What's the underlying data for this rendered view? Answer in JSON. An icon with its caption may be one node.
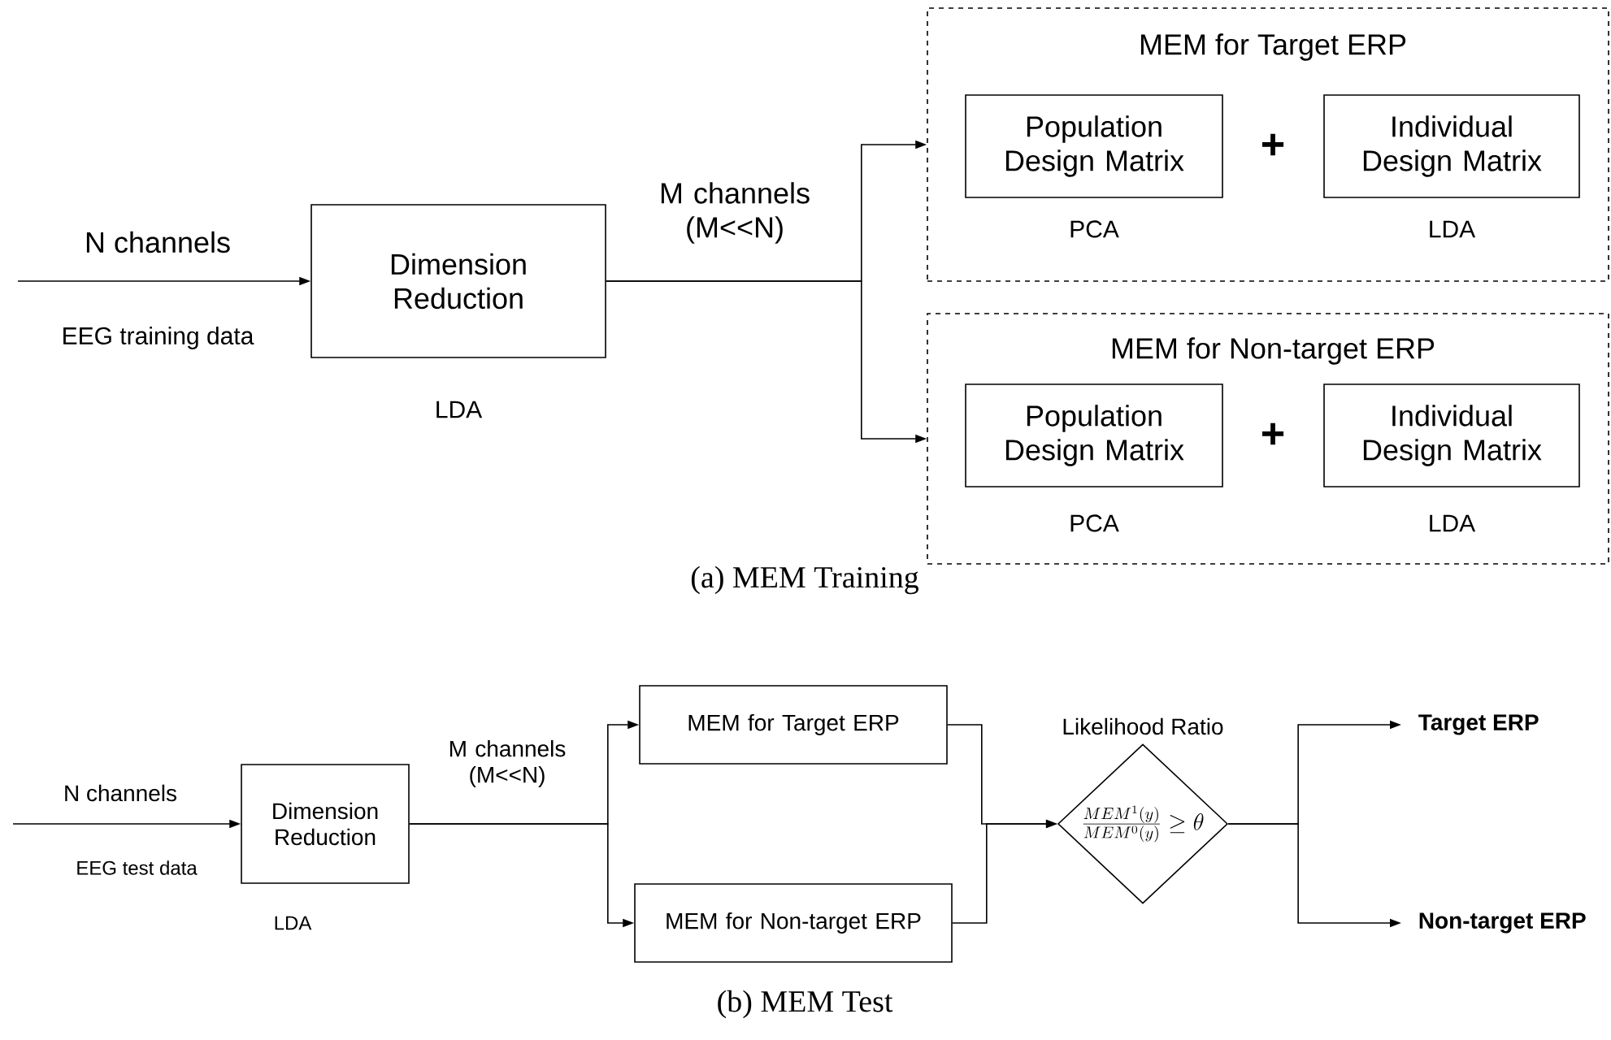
{
  "diagram": {
    "nodes": [
      {
        "text": [
          "Dimension Reduction"
        ],
        "beside": [
          "LDA"
        ]
      },
      {
        "text": [
          "MEM for Target ERP"
        ]
      },
      {
        "text": [
          "Population Design Matrix"
        ],
        "in": 1,
        "beside": [
          "PCA"
        ]
      },
      {
        "text": [
          "Individual Design Matrix"
        ],
        "in": 1,
        "beside": [
          "LDA"
        ]
      },
      {
        "text": [
          "MEM for Non-target ERP"
        ]
      },
      {
        "text": [
          "Population Design Matrix"
        ],
        "in": 4,
        "beside": [
          "PCA"
        ]
      },
      {
        "text": [
          "Individual Design Matrix"
        ],
        "in": 4,
        "beside": [
          "LDA"
        ]
      },
      {
        "text": [
          "Dimension Reduction"
        ],
        "beside": [
          "LDA"
        ]
      },
      {
        "text": [
          "MEM for Target ERP"
        ]
      },
      {
        "text": [
          "MEM for Non-target ERP"
        ]
      },
      {
        "text": [
          "\\frac{MEM^{1}(y)}{MEM^{0}(y)} \\geq \\theta"
        ],
        "beside": [
          "Likelihood Ratio"
        ]
      },
      {
        "text": [
          "Target ERP"
        ]
      },
      {
        "text": [
          "Non-target ERP"
        ]
      }
    ],
    "edges": [
      {
        "from": null,
        "to": 0,
        "arrow": "to"
      },
      {
        "from": 0,
        "to": 1,
        "arrow": "to"
      },
      {
        "from": 0,
        "to": 4,
        "arrow": "to"
      },
      {
        "from": null,
        "to": 7,
        "arrow": "to"
      },
      {
        "from": 7,
        "to": 8,
        "arrow": "to"
      },
      {
        "from": 7,
        "to": 9,
        "arrow": "to"
      },
      {
        "from": 8,
        "to": 10,
        "arrow": "to"
      },
      {
        "from": 9,
        "to": 10,
        "arrow": "to"
      },
      {
        "from": 10,
        "to": 11,
        "arrow": "to"
      },
      {
        "from": 10,
        "to": 12,
        "arrow": "to"
      }
    ],
    "labels": [
      "N channels",
      "EEG training data",
      "M channels (M<<N)",
      "+",
      "+",
      "(a) MEM Training",
      "N channels",
      "EEG test data",
      "M channels (M<<N)",
      "(b) MEM Test"
    ]
  }
}
